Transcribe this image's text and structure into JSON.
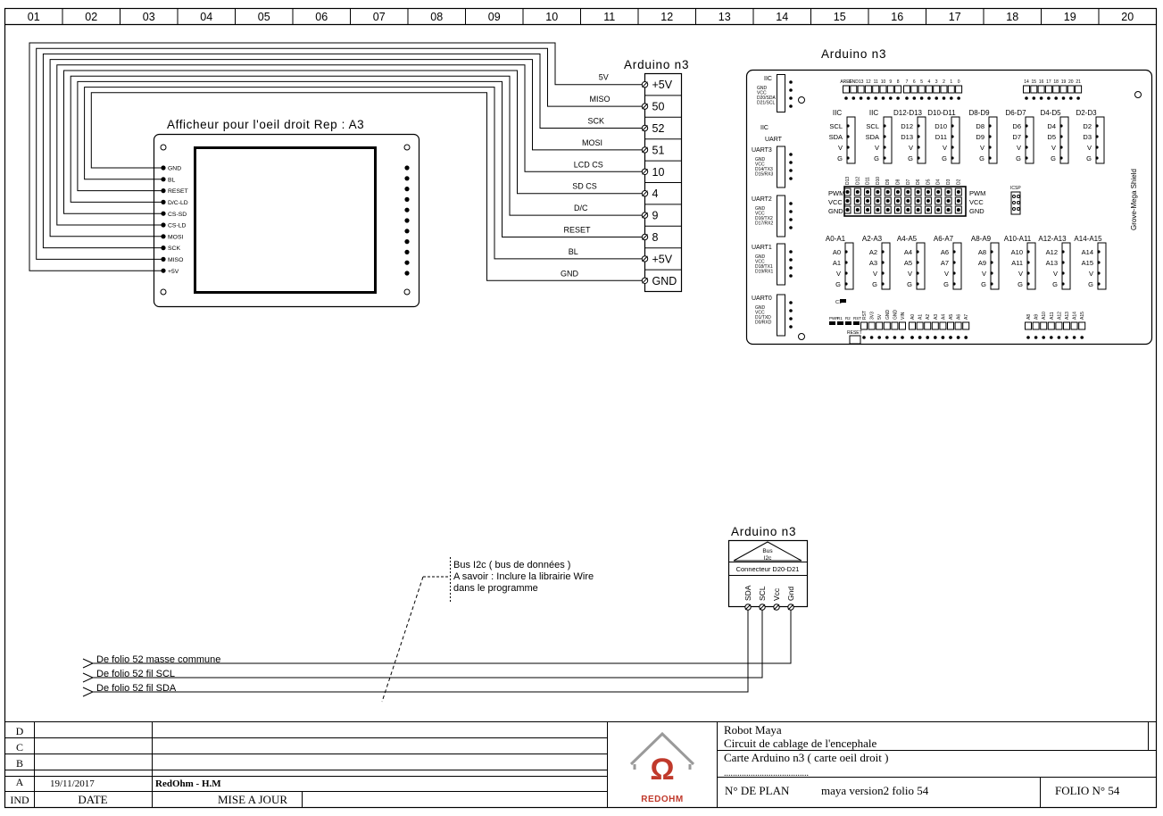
{
  "columns": [
    "01",
    "02",
    "03",
    "04",
    "05",
    "06",
    "07",
    "08",
    "09",
    "10",
    "11",
    "12",
    "13",
    "14",
    "15",
    "16",
    "17",
    "18",
    "19",
    "20"
  ],
  "display": {
    "title": "Afficheur pour l'oeil droit Rep : A3",
    "pins": [
      "GND",
      "BL",
      "RESET",
      "D/C-LD",
      "CS-SD",
      "CS-LD",
      "MOSI",
      "SCK",
      "MISO",
      "+5V"
    ]
  },
  "arduino_block": {
    "title": "Arduino n3",
    "signals": [
      "5V",
      "MISO",
      "SCK",
      "MOSI",
      "LCD CS",
      "SD CS",
      "D/C",
      "RESET",
      "BL",
      "GND"
    ],
    "pins": [
      "+5V",
      "50",
      "52",
      "51",
      "10",
      "4",
      "9",
      "8",
      "+5V",
      "GND"
    ]
  },
  "shield": {
    "title": "Arduino n3",
    "side_label": "Grove-Mega Shield",
    "iic_top": "IIC",
    "iic_top_pins": [
      "GND",
      "VCC",
      "D20/SDA",
      "D21/SCL"
    ],
    "iic_bottom": "IIC",
    "top_header_labels": [
      "AREF",
      "GND",
      "13",
      "12",
      "11",
      "10",
      "9",
      "8",
      "7",
      "6",
      "5",
      "4",
      "3",
      "2",
      "1",
      "0",
      "14",
      "15",
      "16",
      "17",
      "18",
      "19",
      "20",
      "21"
    ],
    "group_row1": [
      "IIC",
      "IIC",
      "D12-D13",
      "D10-D11",
      "D8-D9",
      "D6-D7",
      "D4-D5",
      "D2-D3"
    ],
    "group_row1_pins": [
      [
        "SCL",
        "SDA",
        "V",
        "G"
      ],
      [
        "SCL",
        "SDA",
        "V",
        "G"
      ],
      [
        "D12",
        "D13",
        "V",
        "G"
      ],
      [
        "D10",
        "D11",
        "V",
        "G"
      ],
      [
        "D8",
        "D9",
        "V",
        "G"
      ],
      [
        "D6",
        "D7",
        "V",
        "G"
      ],
      [
        "D4",
        "D5",
        "V",
        "G"
      ],
      [
        "D2",
        "D3",
        "V",
        "G"
      ]
    ],
    "uart_labels": [
      "UART",
      "UART3",
      "UART2",
      "UART1",
      "UART0"
    ],
    "uart_pins": [
      [
        "GND",
        "VCC",
        "D14/TX3",
        "D15/RX3"
      ],
      [
        "GND",
        "VCC",
        "D16/TX2",
        "D17/RX2"
      ],
      [
        "GND",
        "VCC",
        "D18/TX1",
        "D19/RX1"
      ],
      [
        "GND",
        "VCC",
        "D1/TXD",
        "D0/RXD"
      ]
    ],
    "pwm_labels": [
      "PWM",
      "VCC",
      "GND"
    ],
    "pwm_cols": [
      "D13",
      "D12",
      "D11",
      "D10",
      "D9",
      "D8",
      "D7",
      "D6",
      "D5",
      "D4",
      "D3",
      "D2"
    ],
    "icsp": "ICSP",
    "group_row2": [
      "A0-A1",
      "A2-A3",
      "A4-A5",
      "A6-A7",
      "A8-A9",
      "A10-A11",
      "A12-A13",
      "A14-A15"
    ],
    "group_row2_pins": [
      [
        "A0",
        "A1",
        "V",
        "G"
      ],
      [
        "A2",
        "A3",
        "V",
        "G"
      ],
      [
        "A4",
        "A5",
        "V",
        "G"
      ],
      [
        "A6",
        "A7",
        "V",
        "G"
      ],
      [
        "A8",
        "A9",
        "V",
        "G"
      ],
      [
        "A10",
        "A11",
        "V",
        "G"
      ],
      [
        "A12",
        "A13",
        "V",
        "G"
      ],
      [
        "A14",
        "A15",
        "V",
        "G"
      ]
    ],
    "c1": "C1",
    "leds": [
      "PWR",
      "R1",
      "R2",
      "RST"
    ],
    "reset": "RESET",
    "bottom_header_labels": [
      "RST",
      "3V3",
      "5V",
      "GND",
      "GND",
      "VIN",
      "A0",
      "A1",
      "A2",
      "A3",
      "A4",
      "A5",
      "A6",
      "A7",
      "A8",
      "A9",
      "A10",
      "A11",
      "A12",
      "A13",
      "A14",
      "A15"
    ]
  },
  "i2c": {
    "title": "Arduino n3",
    "bus1": "Bus",
    "bus2": "I2c",
    "connector": "Connecteur D20-D21",
    "pins": [
      "SDA",
      "SCL",
      "Vcc",
      "Gnd"
    ]
  },
  "note": {
    "line1": "Bus I2c ( bus de données )",
    "line2": "A savoir : Inclure la librairie Wire",
    "line3": "dans le programme"
  },
  "refs": [
    "De folio 52 masse commune",
    "De folio 52 fil SCL",
    "De folio 52 fil SDA"
  ],
  "cartouche": {
    "rows": [
      "D",
      "C",
      "B",
      "A",
      "IND"
    ],
    "a_date": "19/11/2017",
    "a_update": "RedOhm - H.M",
    "h_date": "DATE",
    "h_update": "MISE A JOUR",
    "logo_text": "REDOHM",
    "line1": "Robot Maya",
    "line2": "Circuit de cablage de l'encephale",
    "line3": "Carte Arduino n3 ( carte oeil droit )",
    "dots": "......................................",
    "plan_label": "N° DE PLAN",
    "plan_value": "maya version2 folio 54",
    "folio": "FOLIO N° 54"
  },
  "colors": {
    "line": "#000000",
    "logo_red": "#c0392b",
    "logo_gray": "#9a9a9a"
  }
}
